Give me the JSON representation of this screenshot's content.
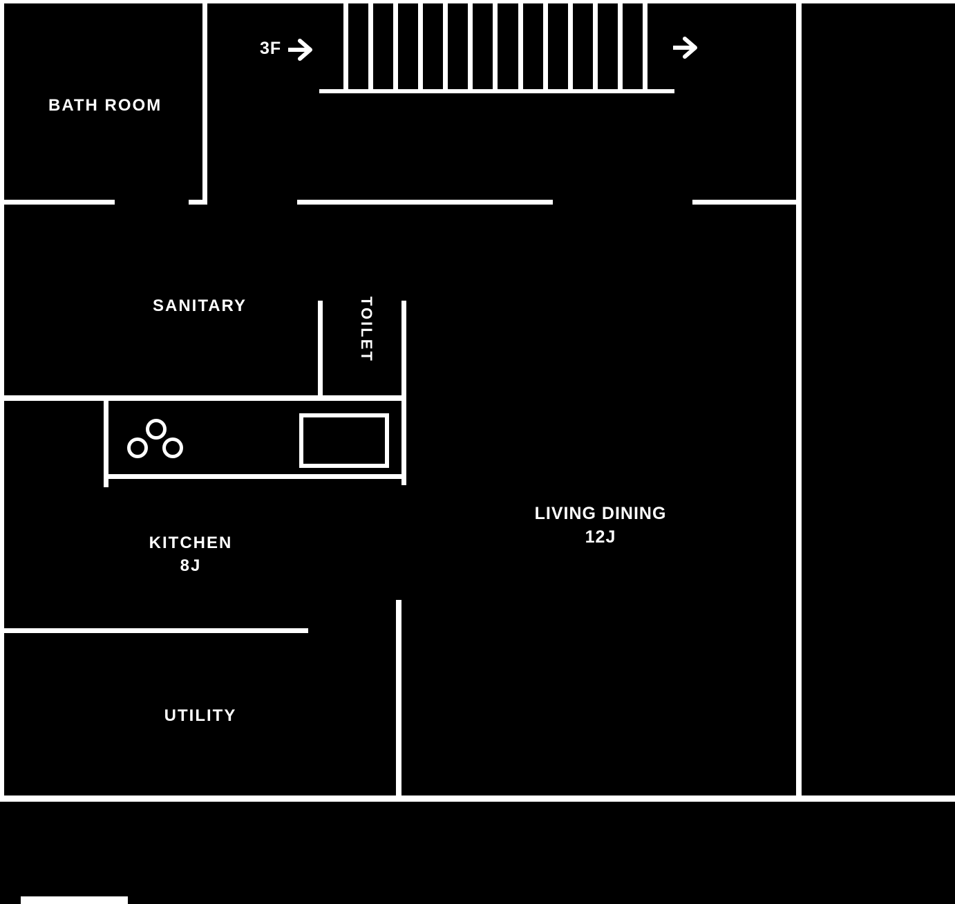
{
  "plan": {
    "title_labels": {
      "bathroom": "BATH ROOM",
      "sanitary": "SANITARY",
      "toilet": "TOILET",
      "kitchen": "KITCHEN",
      "kitchen_size": "8J",
      "living_dining": "LIVING DINING",
      "living_dining_size": "12J",
      "utility": "UTILITY",
      "stair_destination": "3F"
    },
    "stairs": {
      "tread_count": 13,
      "direction": "up-to-3F"
    },
    "fixtures": {
      "stove_burners": 3,
      "sink": "rectangular"
    },
    "colors": {
      "background": "#000000",
      "lines": "#ffffff"
    }
  }
}
